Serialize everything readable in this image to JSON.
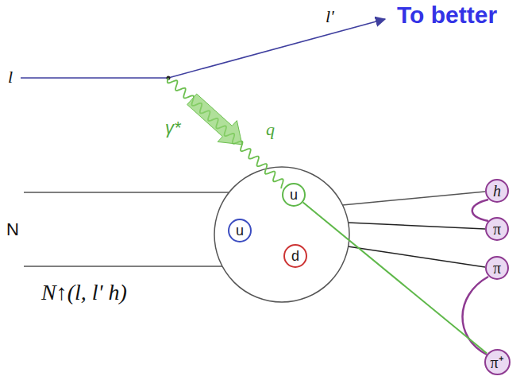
{
  "diagram": {
    "nodes": [
      {
        "text": [
          "u"
        ]
      },
      {
        "text": [
          "u"
        ]
      },
      {
        "text": [
          "d"
        ]
      },
      {
        "text": [
          "h"
        ]
      },
      {
        "text": [
          "π"
        ]
      },
      {
        "text": [
          "π"
        ]
      },
      {
        "text": [
          "π⁺"
        ]
      }
    ],
    "edges": [
      {
        "from": 1,
        "to": 6,
        "arrow": "none"
      }
    ],
    "labels": [
      "To better",
      "l'",
      "l",
      "γ*",
      "q",
      "N",
      "N↑(l, l' h)"
    ]
  }
}
